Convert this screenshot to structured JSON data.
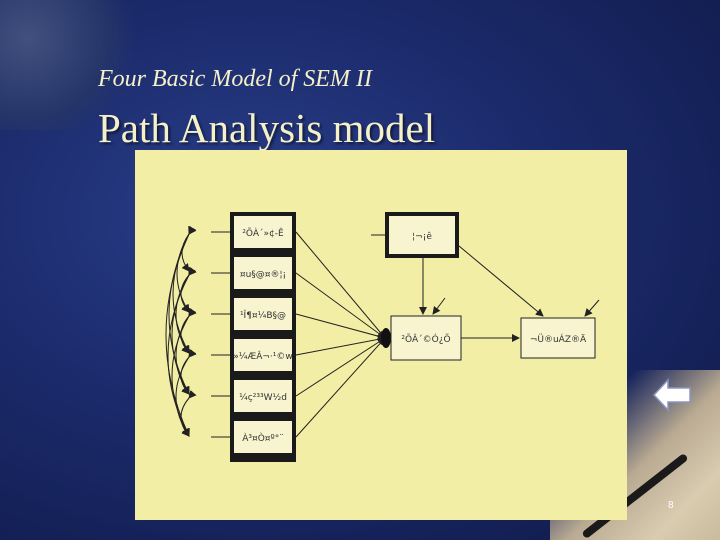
{
  "slide": {
    "subtitle": "Four Basic Model of SEM II",
    "title": "Path Analysis model",
    "page_number": "8"
  },
  "diagram": {
    "exogenous_boxes": [
      {
        "label": "²ÕÀ´»¢-Ê"
      },
      {
        "label": "¤u§@¤®¦¡"
      },
      {
        "label": "¹Î¶¤¼B§@"
      },
      {
        "label": "»¼ÆÂ¬·¹©w"
      },
      {
        "label": "¼ç²³³W½d"
      },
      {
        "label": "À³¤Ò¤º°¨"
      }
    ],
    "top_box": {
      "label": "¦¬¡ê"
    },
    "mediator_box": {
      "label": "²ÕÂ´©Ó¿Õ"
    },
    "outcome_box": {
      "label": "¬Ü®uÁZ®Ä"
    }
  },
  "colors": {
    "background": "#1b2a6b",
    "title_text": "#f4f0c8",
    "panel": "#f2eea6",
    "ink": "#222222"
  },
  "icons": {
    "back": "back-arrow-icon"
  }
}
